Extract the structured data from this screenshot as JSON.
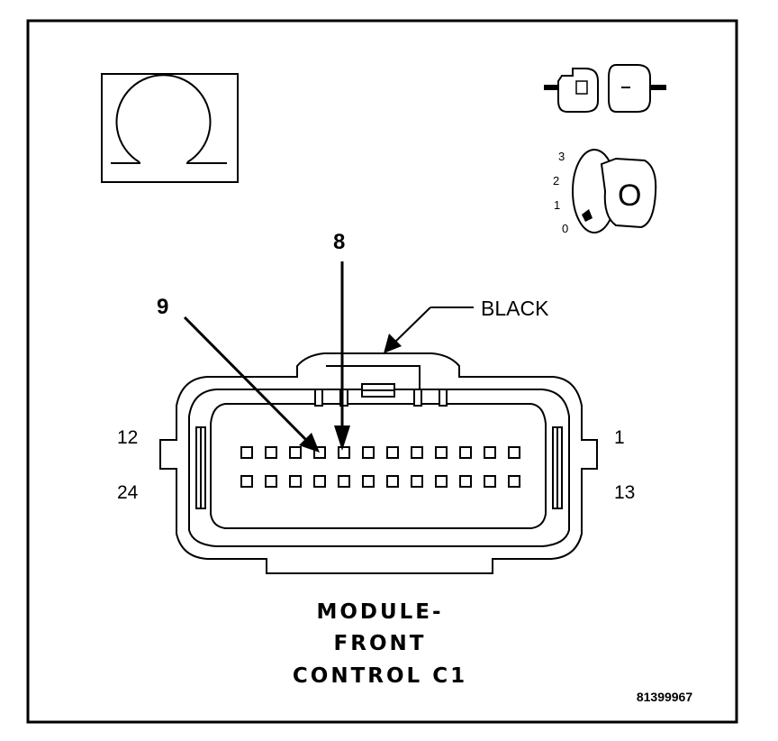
{
  "labels": {
    "pin_9": "9",
    "pin_8": "8",
    "color": "BLACK",
    "row_top_left": "12",
    "row_bottom_left": "24",
    "row_top_right": "1",
    "row_bottom_right": "13"
  },
  "ignition": {
    "positions": [
      "3",
      "2",
      "1",
      "0"
    ],
    "key_letter": "O"
  },
  "title_lines": [
    "MODULE-",
    "FRONT",
    "CONTROL C1"
  ],
  "figure_id": "81399967",
  "connector": {
    "rows": 2,
    "cols": 12,
    "highlight_pins": [
      8,
      9
    ]
  }
}
